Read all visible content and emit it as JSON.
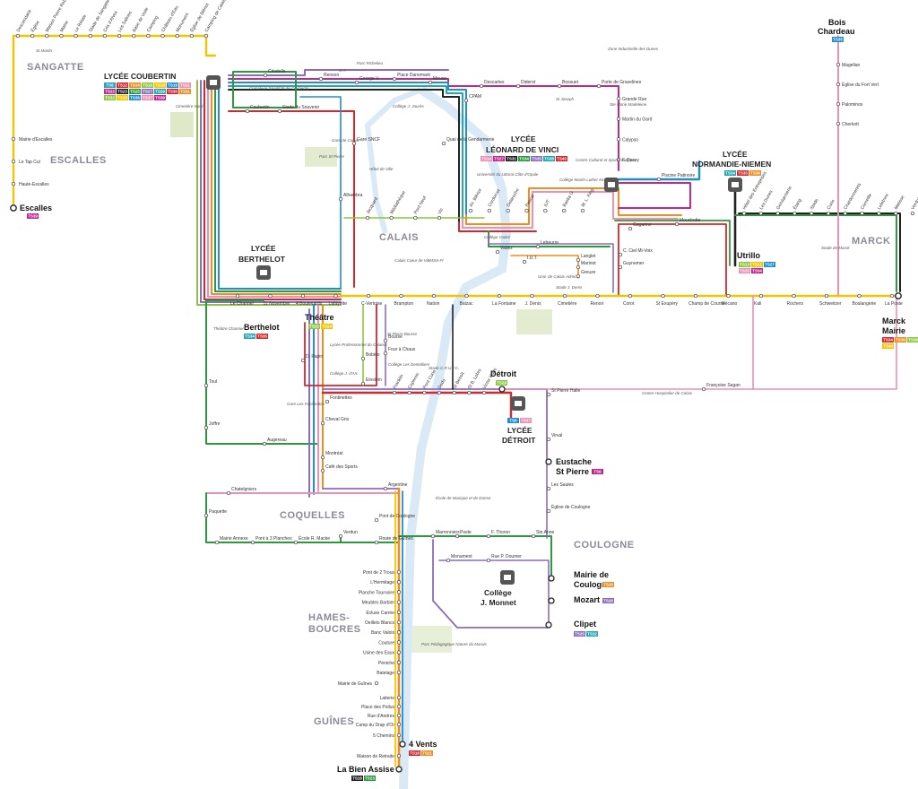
{
  "towns": {
    "sangatte": "SANGATTE",
    "escalles": "ESCALLES",
    "calais": "CALAIS",
    "coquelles": "COQUELLES",
    "hames_boucres": [
      "HAMES-",
      "BOUCRES"
    ],
    "guines": "GUÎNES",
    "coulogne": "COULOGNE",
    "marck": "MARCK"
  },
  "schools": {
    "coubertin": "LYCÉE COUBERTIN",
    "vinci": [
      "LYCÉE",
      "LÉONARD DE VINCI"
    ],
    "normandie": [
      "LYCÉE",
      "NORMANDIE-NIEMEN"
    ],
    "berthelot": [
      "LYCÉE",
      "BERTHELOT"
    ],
    "detroit": [
      "LYCÉE",
      "DÉTROIT"
    ],
    "monnet": [
      "Collège",
      "J. Monnet"
    ]
  },
  "terminals": {
    "escalles": "Escalles",
    "bois_chardeau": [
      "Bois",
      "Chardeau"
    ],
    "marck_mairie": [
      "Marck",
      "Mairie"
    ],
    "utrillo": "Utrillo",
    "berthelot": "Berthelot",
    "theatre": "Théâtre",
    "detroit": "Détroit",
    "eustache": [
      "Eustache",
      "St Pierre"
    ],
    "mairie_coulogne": [
      "Mairie de",
      "Coulogne"
    ],
    "mozart": "Mozart",
    "clipet": "Clipet",
    "quatre_vents": "4 Vents",
    "bien_assise": "La Bien Assise"
  },
  "badges": {
    "escalles": [
      "TS39"
    ],
    "bois_chardeau": [
      "TS35"
    ],
    "utrillo": [
      "TS13",
      "TS21",
      "TS27",
      "TS33",
      "TS34"
    ],
    "berthelot": [
      "TS34",
      "TS35"
    ],
    "theatre": [
      "TS23",
      "TS24"
    ],
    "detroit": [
      "TS28"
    ],
    "lycee_detroit": [
      "TS6",
      "TS37"
    ],
    "eustache": [
      "TS6"
    ],
    "mairie_coulogne": [
      "TS26"
    ],
    "mozart": [
      "TS26"
    ],
    "clipet": [
      "TS25",
      "TS32"
    ],
    "quatre_vents": [
      "TS18",
      "TS21"
    ],
    "bien_assise": [
      "TS18",
      "TS23"
    ],
    "marck_mairie": [
      "TS34",
      "TS36",
      "TS38",
      "TS40"
    ],
    "normandie": [
      "TS34",
      "TS35",
      "TS36"
    ],
    "coubertin": [
      "TS6",
      "TS12",
      "TS14",
      "TS16",
      "TS18",
      "TS19",
      "TS21",
      "TS22",
      "TS23",
      "TS25",
      "TS27",
      "TS29",
      "TS30",
      "TS31",
      "TS32",
      "TS33",
      "TS36",
      "TS37",
      "TS39"
    ],
    "vinci": [
      "TS14",
      "TS27",
      "TS31",
      "TS34",
      "TS35",
      "TS38",
      "TS40"
    ]
  },
  "stops": {
    "sangatte_line": [
      "Descendarie",
      "Église",
      "Maison Pierre Rebelle",
      "Mairie",
      "Le Rétale",
      "Stade de Sangatte",
      "Cris d'Alves",
      "Les Salines",
      "Base de Voile",
      "Camping",
      "Château d'Eau",
      "Monument",
      "Église de Blériot",
      "Camping de Calais"
    ],
    "escalles_line": [
      "Mairie d'Escalles",
      "Le Tap Cul",
      "Haute-Escalles"
    ],
    "north_row": [
      "Citadelle",
      "Renson",
      "George V",
      "Place Danemark",
      "Meuse",
      "Descartes",
      "Diderot",
      "Bossuet",
      "Porte de Gravelines"
    ],
    "vinci_east": [
      "Grande Rue",
      "Martin du Gard",
      "Calypso",
      "F. Passy"
    ],
    "center_west": [
      "Coubertin",
      "Stade du Souvenir",
      "Gare SNCF",
      "Alhambra",
      "Quai de la Gendarmerie",
      "CPAM"
    ],
    "center_row": [
      "Jacquard",
      "Médiathèque",
      "Pont Neuf",
      "Vic"
    ],
    "vinci_row": [
      "Av. Blériot",
      "Cordorcet",
      "Delaroche",
      "Pascal",
      "IUT",
      "Bastia U.",
      "M. L. King"
    ],
    "lebeurre_area": [
      "Lebeurre",
      "Vadez",
      "Langlet",
      "Marinot",
      "Greuze",
      "I.U.T."
    ],
    "east_row": [
      "Piscine Patinoire",
      "Gagarine",
      "Mouchotte",
      "C. Ciel Mi-Voix",
      "Guynemer"
    ],
    "marck_row": [
      "Hôtel des Entreprises",
      "Les Dunes",
      "Gendarmerie",
      "Étang",
      "Stade",
      "Curie",
      "Chardonnerets",
      "Corneille",
      "Lefebvre",
      "Matisse",
      "Verdun"
    ],
    "bois_line": [
      "Magellan",
      "Église du Fort Vert",
      "Palominos",
      "Cherkott"
    ],
    "south_row": [
      "Le Channel",
      "11 Novembre",
      "4 Boulevards",
      "Lafayette",
      "C-Vertoise",
      "Brampton",
      "Nation",
      "Balzac",
      "La Fontaine",
      "J. Denis",
      "Cimetière",
      "Renoir",
      "Corot",
      "St Exupéry",
      "Champ de Course",
      "Mécano",
      "Kali",
      "Rochers",
      "Schweitzer",
      "Boulangerie",
      "La Poste"
    ],
    "theatre_south": [
      "D. Papin",
      "Bobino",
      "Einstein",
      "Fontinettes",
      "Cheval Gris",
      "Montréal",
      "Café des Sports",
      "Bourse",
      "Four à Chaux"
    ],
    "detroit_row": [
      "Franklin",
      "Copernic",
      "Pont Curie",
      "Dodo",
      "St Benoît",
      "St B. Lobro",
      "Victor Hugo"
    ],
    "west_loop": [
      "Toul",
      "Joffre",
      "Augereau"
    ],
    "coulogne_east": [
      "Virval",
      "Les Saules",
      "Église de Coulogne",
      "St Pierre Halle"
    ],
    "coquelles": [
      "Chatelgniers",
      "Paquette",
      "Mairie Annexe",
      "Pont à 3 Planches",
      "École R. Macke",
      "Verdun",
      "Route de Guînes",
      "Pont de Coulogne",
      "Argentine"
    ],
    "coulogne_mid": [
      "Marronniers",
      "Poste",
      "F. Thoron",
      "Ste Anne",
      "Monument",
      "Rue P. Doumer"
    ],
    "hames_line": [
      "Pont de 2 Trous",
      "L'Hermitage",
      "Planche Tournoire",
      "Meubles Barbier",
      "Écluse Carrée",
      "Oeillets Blancs",
      "Banc Valois",
      "Couture",
      "Usine des Eaux",
      "Péniche",
      "Batelage"
    ],
    "guines_line": [
      "Mairie de Guînes",
      "Laiterie",
      "Place des Poilus",
      "Rue d'Andres",
      "Camp du Drap d'Or",
      "5 Chemins",
      "Maison de Retraite"
    ],
    "marck_south": [
      "Françoise Sagan"
    ]
  },
  "pois": [
    "St Martin",
    "Complexe Sportif P. de Coubertin",
    "Cimetière Nord",
    "O.T.",
    "Parc Richelieu",
    "Gare de Calais",
    "Parc St Pierre",
    "Hôtel de Ville",
    "Collège J. Jaurès",
    "Zone Industrielle des Dunes",
    "St Joseph",
    "Ste Marie Madeleine",
    "Université du Littoral Côte d'Opale",
    "Centre Culturel et Sportif Calypso",
    "Collège Martin Luther King",
    "Collège Vadez",
    "Calais Cœur de Vie",
    "IMSS-FI",
    "Univ. de Calais Admin.",
    "Stade J. Denis",
    "Stade de Marck",
    "Théâtre Channel",
    "Lycée Professionnel du Calaisis",
    "Collège J. d'Arc",
    "Collège Les Dentelliers",
    "Stade C.R.U.F.C.",
    "St Pierre Bourse",
    "Gare Les Fontinettes",
    "Centre Hospitalier de Calais",
    "École de Musique et de Danse",
    "Parc Pédagogique Nature du Marais"
  ],
  "colors": {
    "yellow": "#f5c400",
    "pink": "#ee8fb4",
    "green": "#2a9a3c",
    "blue": "#1f8fd0",
    "purple": "#8a6cc0",
    "red": "#d7262c",
    "orange": "#f18c1e",
    "black": "#222222",
    "magenta": "#c0278f",
    "teal": "#25a6b0",
    "lightgreen": "#8cc63f",
    "gray": "#9a9aa2",
    "river": "#d9e9f6"
  }
}
